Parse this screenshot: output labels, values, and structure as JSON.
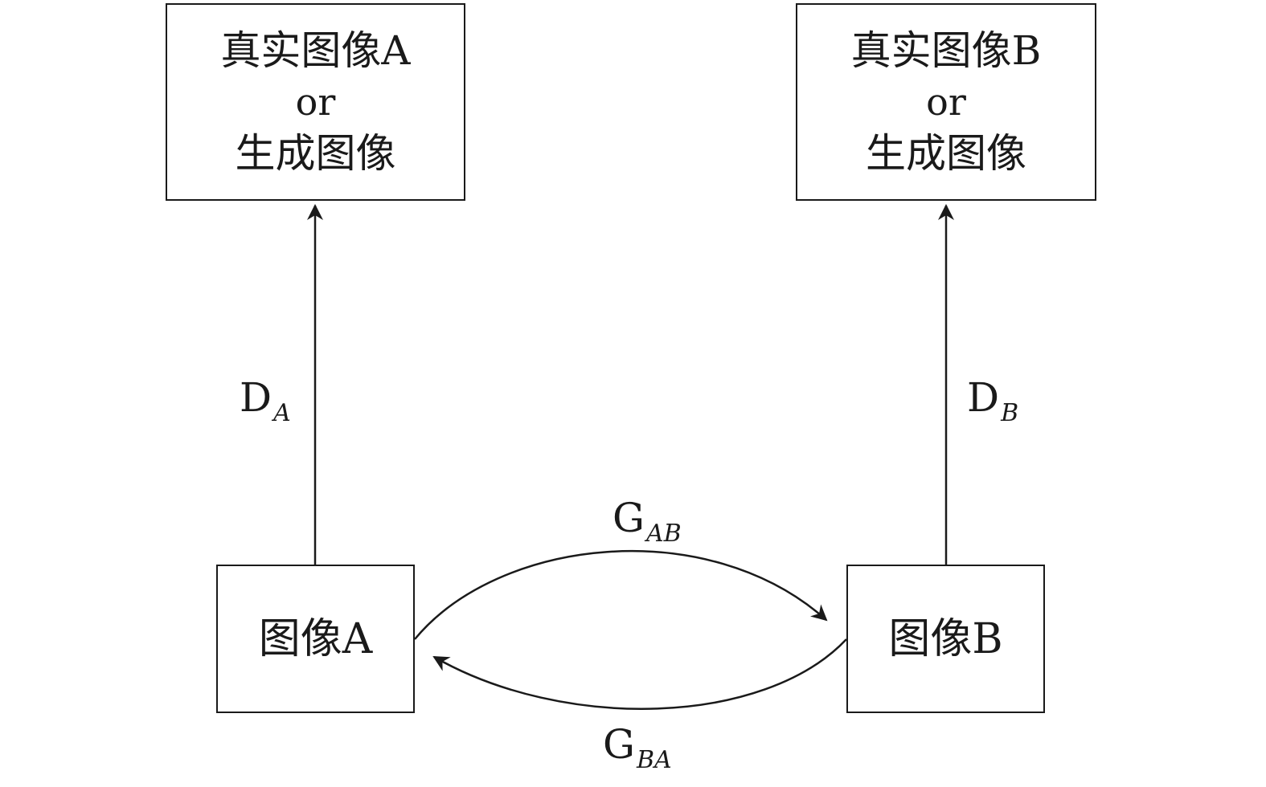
{
  "boxes": {
    "real_a": {
      "line1": "真实图像A",
      "line2": "or",
      "line3": "生成图像"
    },
    "real_b": {
      "line1": "真实图像B",
      "line2": "or",
      "line3": "生成图像"
    },
    "image_a": {
      "label": "图像A"
    },
    "image_b": {
      "label": "图像B"
    }
  },
  "labels": {
    "da": {
      "main": "D",
      "sub": "A"
    },
    "db": {
      "main": "D",
      "sub": "B"
    },
    "gab": {
      "main": "G",
      "sub": "AB"
    },
    "gba": {
      "main": "G",
      "sub": "BA"
    }
  },
  "colors": {
    "stroke": "#1a1a1a"
  }
}
